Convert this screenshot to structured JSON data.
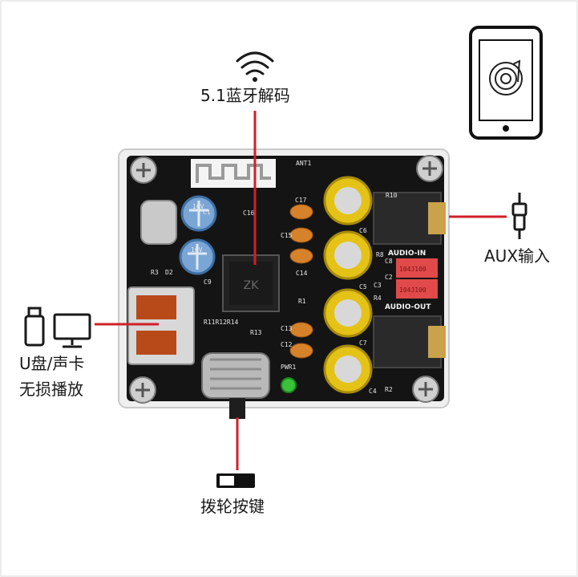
{
  "labels": {
    "bluetooth": "5.1蓝牙解码",
    "aux": "AUX输入",
    "usb_line1": "U盘/声卡",
    "usb_line2": "无损播放",
    "knob": "拨轮按键"
  },
  "board_marks": {
    "ant": "ANT1",
    "c17": "C17",
    "c15": "C15",
    "c14": "C14",
    "c13": "C13",
    "c12": "C12",
    "c1": "C1",
    "c9": "C9",
    "c16": "C16",
    "r3": "R3",
    "d2": "D2",
    "r1": "R1",
    "r_row": "R11R12R14",
    "r13": "R13",
    "pwr": "PWR1",
    "c6": "C6",
    "c5": "C5",
    "c7": "C7",
    "c4": "C4",
    "r10": "R10",
    "r8": "R8",
    "c8": "C8",
    "c2": "C2",
    "c3": "C3",
    "r4": "R4",
    "r2": "R2",
    "audio_in": "AUDIO-IN",
    "audio_out": "AUDIO-OUT",
    "cap_a": "104J100",
    "cap_b": "104J100",
    "elec1": "16V",
    "elec2": "16V"
  },
  "colors": {
    "pointer": "#d0202a",
    "board": "#141414",
    "gold_cap": "#e4c316",
    "orange_cap": "#d6822a",
    "red_cap": "#e14a4a",
    "blue_cap": "#7aa6d6",
    "led": "#38c23a"
  },
  "icons": {
    "bluetooth": "wifi-signal-icon",
    "phone": "phone-music-icon",
    "aux": "rca-plug-icon",
    "usb": "usb-stick-icon",
    "monitor": "monitor-icon",
    "switch": "toggle-switch-icon"
  }
}
